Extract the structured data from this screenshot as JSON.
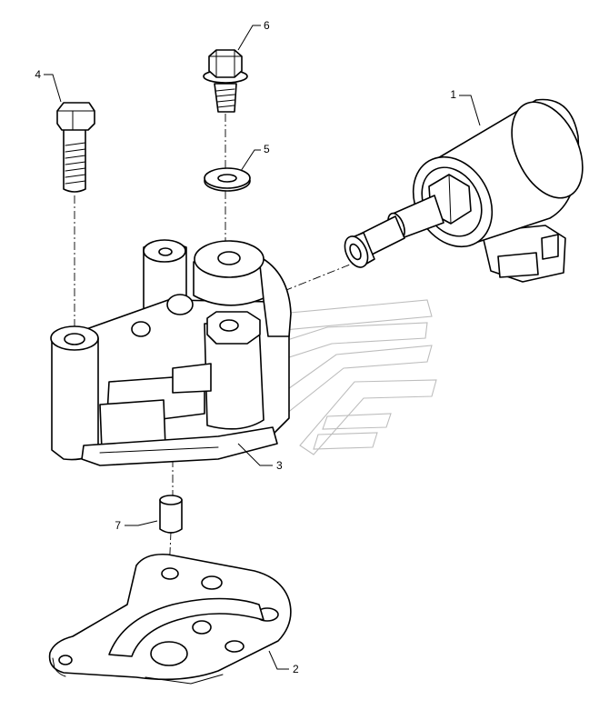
{
  "callouts": [
    {
      "number": "1",
      "part": "solenoid-valve"
    },
    {
      "number": "2",
      "part": "gasket-plate"
    },
    {
      "number": "3",
      "part": "valve-housing"
    },
    {
      "number": "4",
      "part": "hex-bolt"
    },
    {
      "number": "5",
      "part": "washer"
    },
    {
      "number": "6",
      "part": "flange-bolt"
    },
    {
      "number": "7",
      "part": "dowel-pin"
    }
  ],
  "colors": {
    "line": "#000000",
    "watermark": "#bdbdbd",
    "background": "#ffffff"
  }
}
